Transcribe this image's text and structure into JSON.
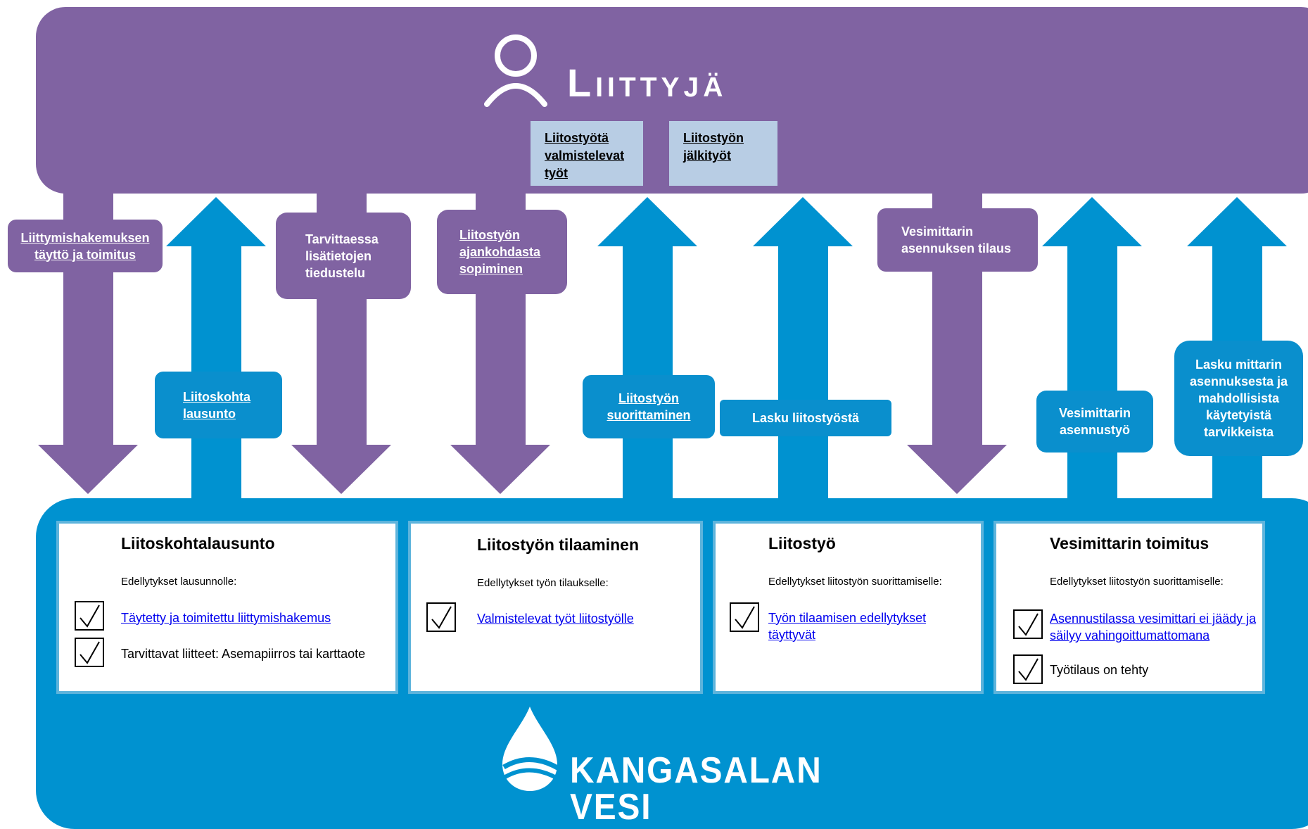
{
  "colors": {
    "purple": "#8063a2",
    "blue": "#0092d0",
    "pale_blue": "#b8cde4",
    "card_border": "#5eb4dc",
    "link": "#0000ee"
  },
  "header": {
    "title": "Liittyjä",
    "icon": "person-icon"
  },
  "top_boxes": [
    {
      "label": "Liitostyötä valmistelevat työt"
    },
    {
      "label": "Liitostyön jälkityöt"
    }
  ],
  "labels": {
    "hakemus": "Liittymishakemuksen täyttö ja toimitus",
    "lausunto": "Liitoskohta lausunto",
    "tiedustelu": "Tarvittaessa lisätietojen tiedustelu",
    "ajankohta": "Liitostyön ajankohdasta sopiminen",
    "suorittaminen": "Liitostyön suorittaminen",
    "lasku": "Lasku liitostyöstä",
    "tilaus": "Vesimittarin asennuksen tilaus",
    "asennustyo": "Vesimittarin asennustyö",
    "lasku_mittari": "Lasku mittarin asennuksesta ja mahdollisista käytetyistä tarvikkeista"
  },
  "cards": [
    {
      "title": "Liitoskohtalausunto",
      "subtitle": "Edellytykset lausunnolle:",
      "items": [
        {
          "text": "Täytetty ja toimitettu liittymishakemus",
          "link": true
        },
        {
          "text": "Tarvittavat liitteet: Asemapiirros tai karttaote",
          "link": false
        }
      ]
    },
    {
      "title": "Liitostyön tilaaminen",
      "subtitle": "Edellytykset työn tilaukselle:",
      "items": [
        {
          "text": "Valmistelevat työt liitostyölle",
          "link": true
        }
      ]
    },
    {
      "title": "Liitostyö",
      "subtitle": "Edellytykset liitostyön suorittamiselle:",
      "items": [
        {
          "text": "Työn tilaamisen edellytykset täyttyvät",
          "link": true
        }
      ]
    },
    {
      "title": "Vesimittarin toimitus",
      "subtitle": "Edellytykset liitostyön suorittamiselle:",
      "items": [
        {
          "text": "Asennustilassa vesimittari ei jäädy ja säilyy vahingoittumattomana",
          "link": true
        },
        {
          "text": "Työtilaus on tehty",
          "link": false
        }
      ]
    }
  ],
  "logo": {
    "text": "KANGASALAN VESI",
    "icon": "water-drop-icon"
  },
  "icons": {
    "check": "checkmark-icon"
  }
}
